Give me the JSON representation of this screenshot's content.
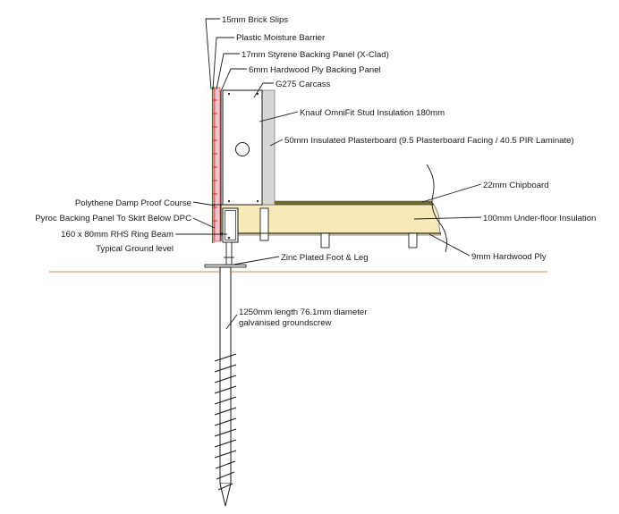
{
  "labels": {
    "brick_slips": "15mm Brick Slips",
    "moisture_barrier": "Plastic Moisture Barrier",
    "styrene_panel": "17mm Styrene Backing Panel (X-Clad)",
    "ply_backing": "6mm Hardwood Ply Backing Panel",
    "carcass": "G275 Carcass",
    "stud_insulation": "Knauf OmniFit Stud Insulation 180mm",
    "plasterboard": "50mm Insulated Plasterboard  (9.5 Plasterboard Facing / 40.5 PIR Laminate)",
    "chipboard": "22mm Chipboard",
    "dpc": "Polythene Damp Proof Course",
    "underfloor_insulation": "100mm Under-floor Insulation",
    "pyroc": "Pyroc Backing Panel To Skirt Below DPC",
    "ring_beam": "160 x 80mm RHS Ring Beam",
    "ground_level": "Typical Ground level",
    "hardwood_ply": "9mm Hardwood Ply",
    "foot_leg": "Zinc Plated Foot & Leg",
    "groundscrew_line1": "1250mm length 76.1mm diameter",
    "groundscrew_line2": "galvanised groundscrew"
  },
  "colors": {
    "cladding": "#e02020",
    "cladding_fill": "#f3c4cc",
    "insulation_grey": "#d6d6d6",
    "floor_insulation": "#f7e9b8",
    "chipboard": "#6f6a2e",
    "ground_line": "#e0a374"
  }
}
